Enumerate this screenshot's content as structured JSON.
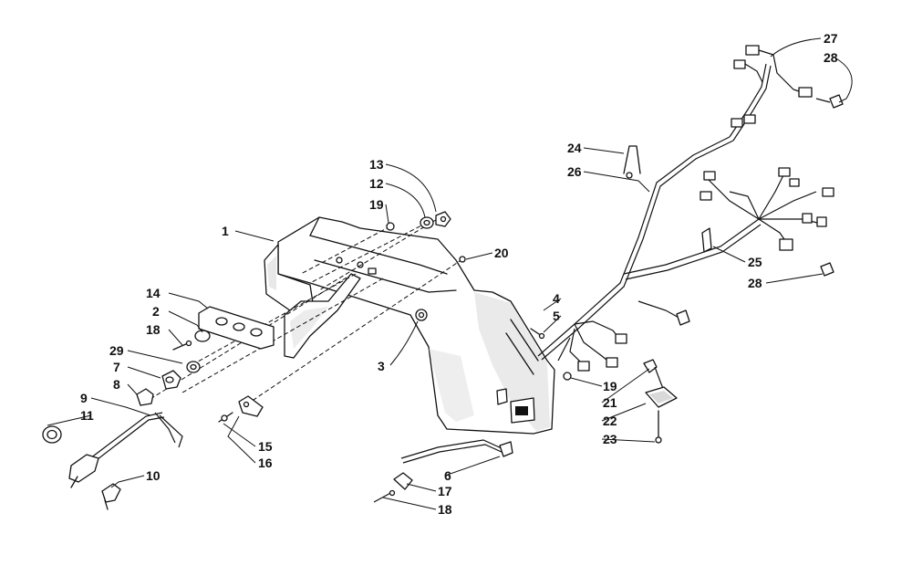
{
  "diagram": {
    "callouts": [
      {
        "id": "c1",
        "text": "1"
      },
      {
        "id": "c2",
        "text": "2"
      },
      {
        "id": "c3",
        "text": "3"
      },
      {
        "id": "c4",
        "text": "4"
      },
      {
        "id": "c5",
        "text": "5"
      },
      {
        "id": "c6",
        "text": "6"
      },
      {
        "id": "c7",
        "text": "7"
      },
      {
        "id": "c8",
        "text": "8"
      },
      {
        "id": "c9",
        "text": "9"
      },
      {
        "id": "c10",
        "text": "10"
      },
      {
        "id": "c11",
        "text": "11"
      },
      {
        "id": "c12",
        "text": "12"
      },
      {
        "id": "c13",
        "text": "13"
      },
      {
        "id": "c14",
        "text": "14"
      },
      {
        "id": "c15",
        "text": "15"
      },
      {
        "id": "c16",
        "text": "16"
      },
      {
        "id": "c17",
        "text": "17"
      },
      {
        "id": "c18a",
        "text": "18"
      },
      {
        "id": "c18b",
        "text": "18"
      },
      {
        "id": "c19a",
        "text": "19"
      },
      {
        "id": "c19b",
        "text": "19"
      },
      {
        "id": "c20",
        "text": "20"
      },
      {
        "id": "c21",
        "text": "21"
      },
      {
        "id": "c22",
        "text": "22"
      },
      {
        "id": "c23",
        "text": "23"
      },
      {
        "id": "c24",
        "text": "24"
      },
      {
        "id": "c25",
        "text": "25"
      },
      {
        "id": "c26",
        "text": "26"
      },
      {
        "id": "c27",
        "text": "27"
      },
      {
        "id": "c28a",
        "text": "28"
      },
      {
        "id": "c28b",
        "text": "28"
      },
      {
        "id": "c29",
        "text": "29"
      }
    ]
  }
}
